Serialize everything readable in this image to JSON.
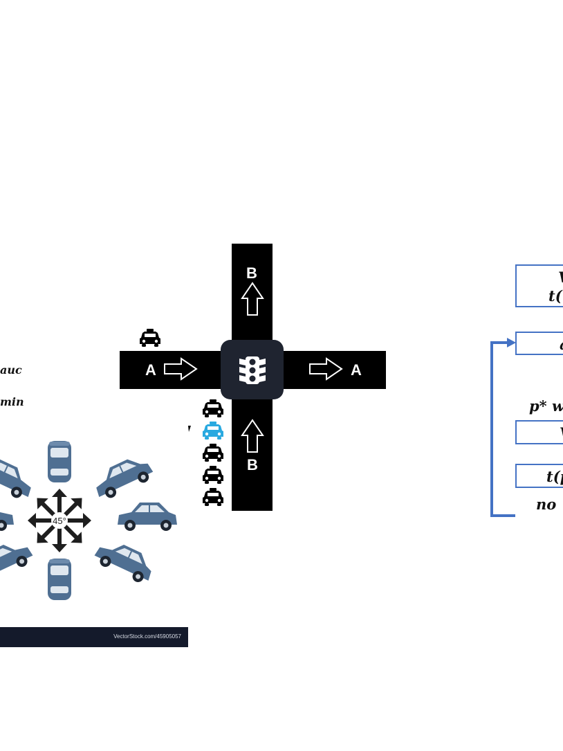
{
  "intersection": {
    "road_a_label_left": "A",
    "road_a_label_right": "A",
    "road_b_label_top": "B",
    "road_b_label_bottom": "B"
  },
  "left_panel": {
    "math_fragment_1": "auc",
    "math_fragment_2": "min",
    "angle_label": "45°",
    "watermark": "VectorStock.com/45905057",
    "car_color": "#4f6f92"
  },
  "flowchart": {
    "box1_line1": "V",
    "box1_line2": "t(",
    "box2_text": "a",
    "p_star_text": "p* wi",
    "box3_text": "V",
    "box4_text": "t(p",
    "no_label": "no",
    "accent_color": "#4472c4"
  },
  "colors": {
    "road": "#000000",
    "center": "#1f2430",
    "highlight_taxi": "#29a9e0"
  }
}
